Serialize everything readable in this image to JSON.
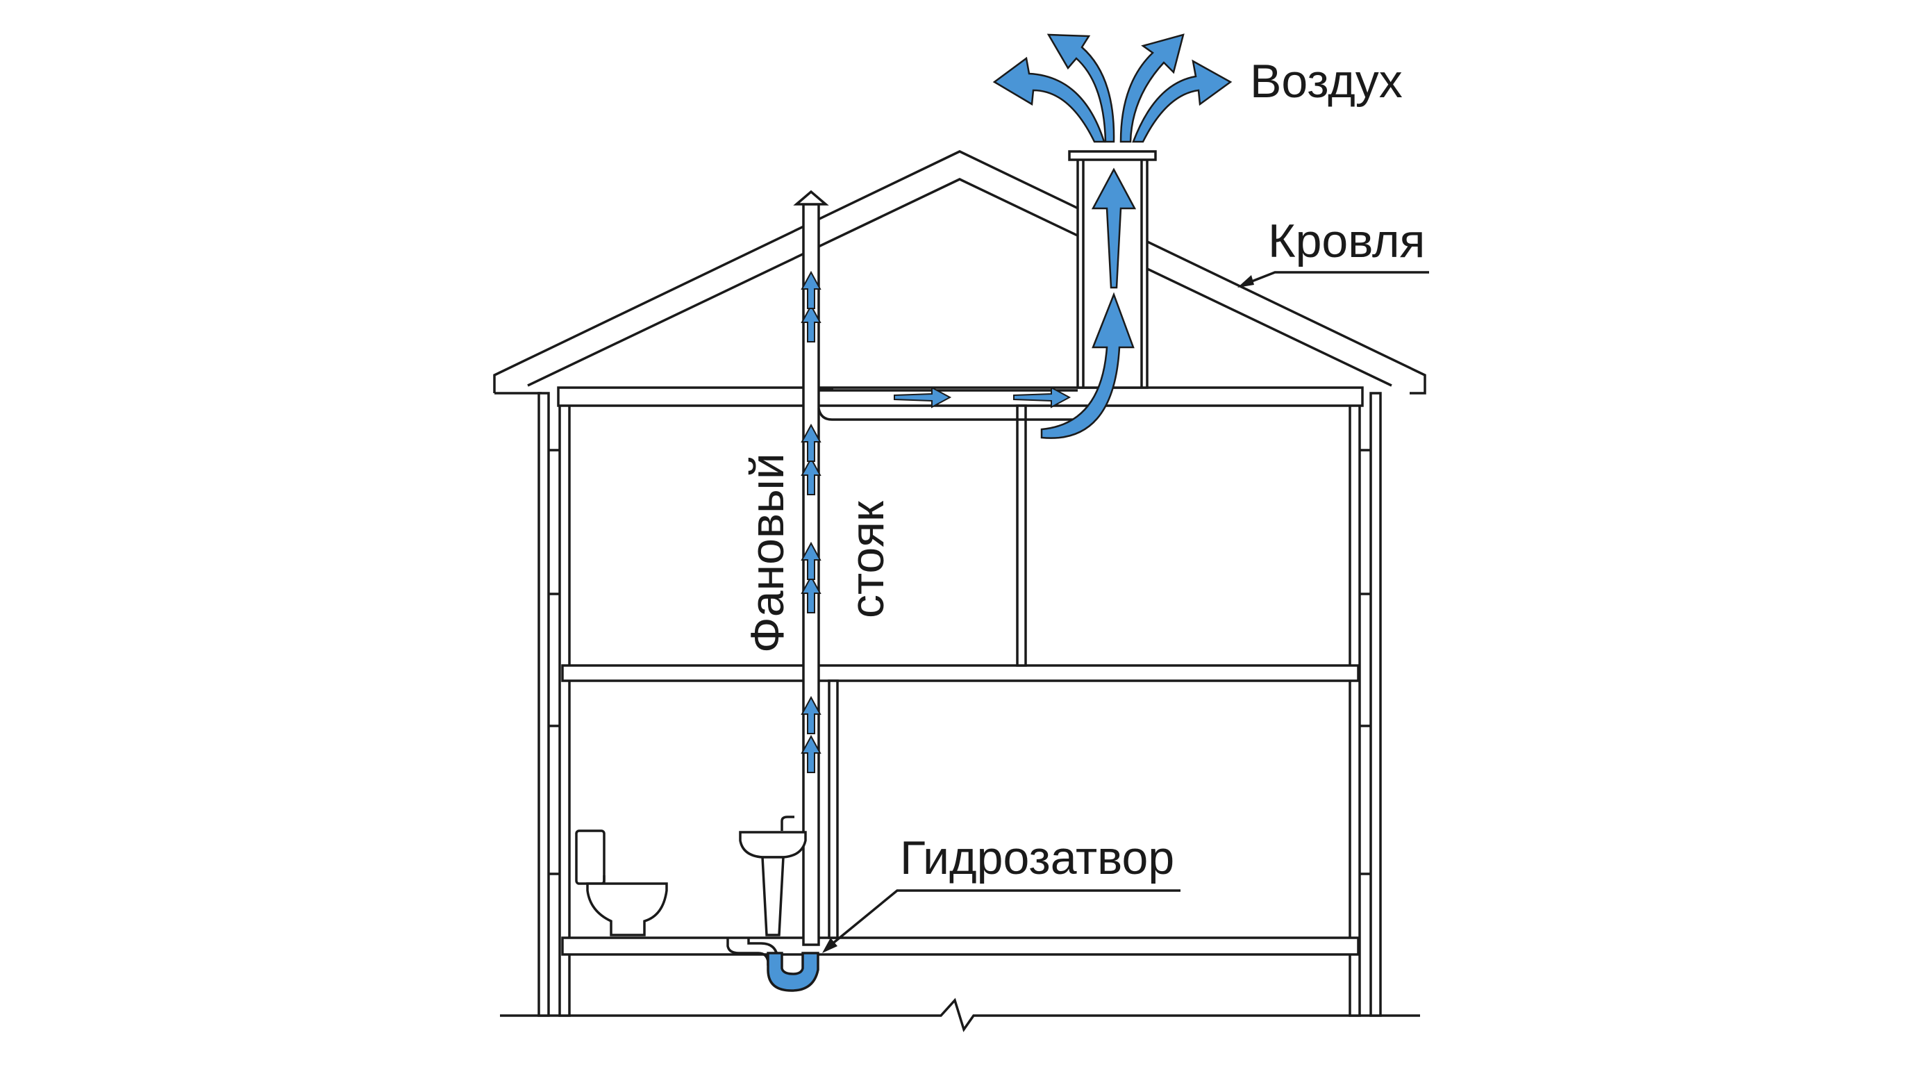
{
  "labels": {
    "air": "Воздух",
    "roof": "Кровля",
    "vent_stack_line1": "Фановый",
    "vent_stack_line2": "стояк",
    "water_seal": "Гидрозатвор"
  },
  "colors": {
    "air_arrow": "#4a95d6",
    "water": "#4a95d6",
    "line": "#1a1a1a",
    "background": "#ffffff"
  }
}
